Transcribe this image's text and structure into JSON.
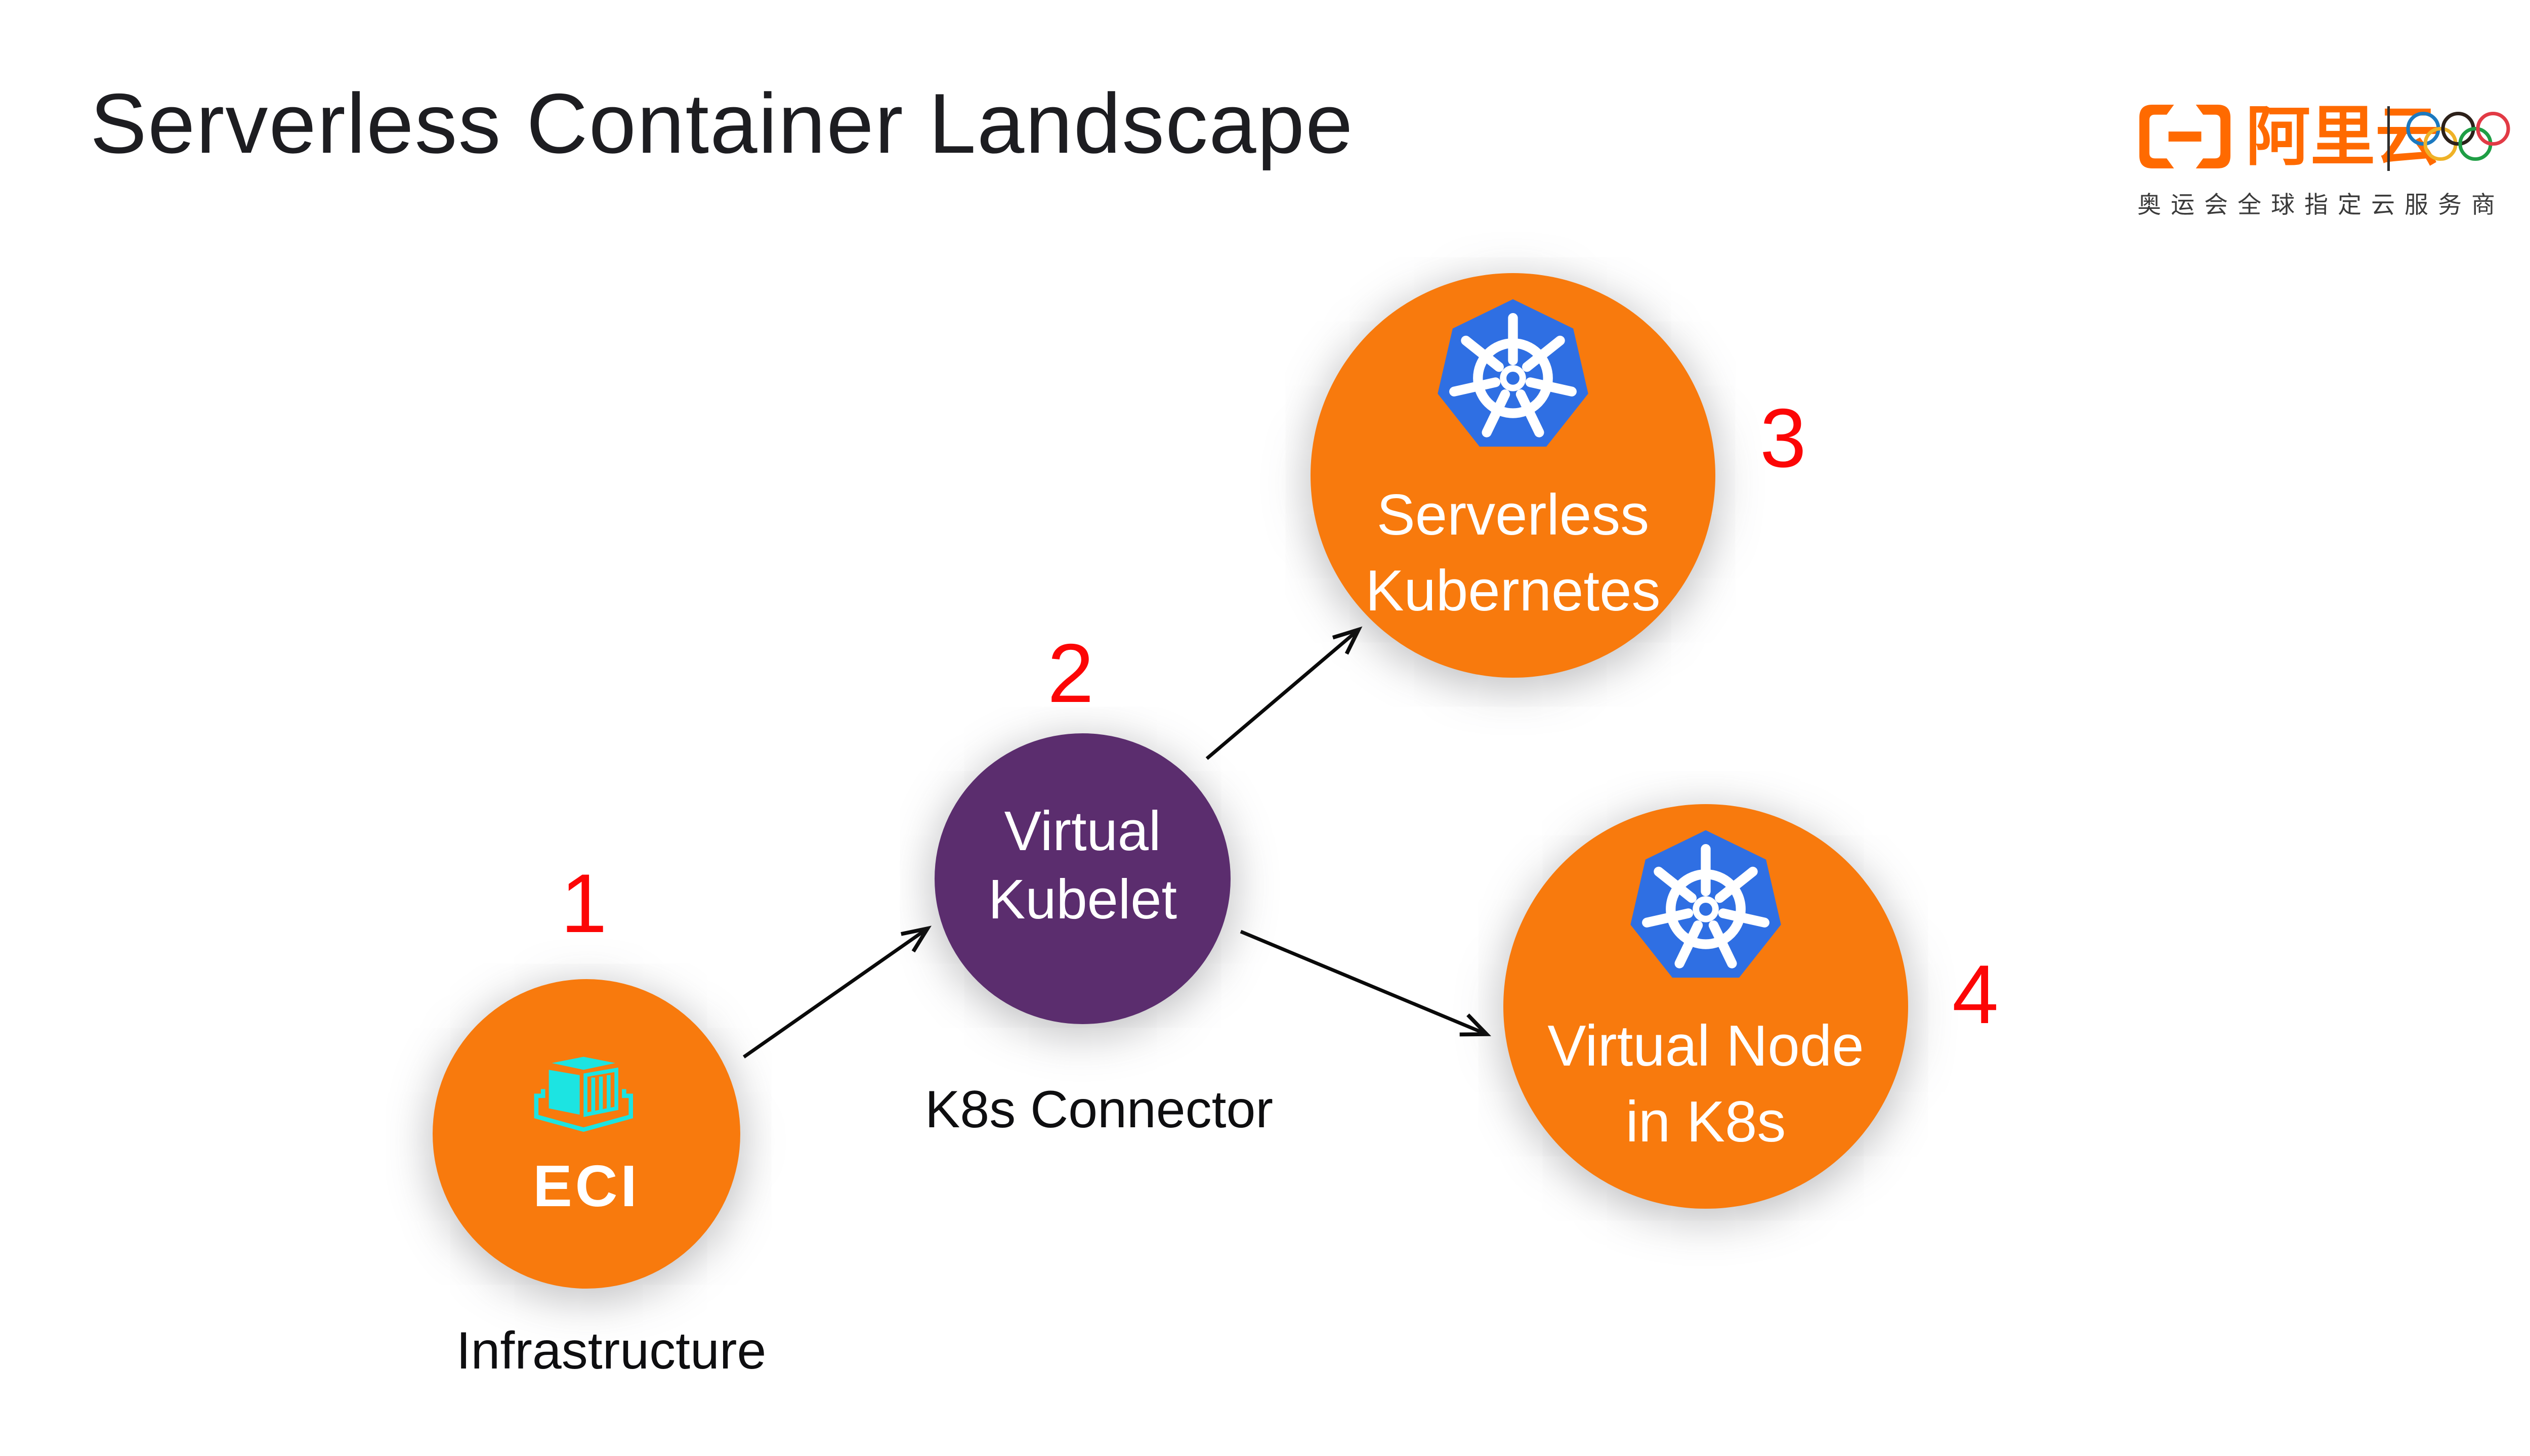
{
  "slide": {
    "title": "Serverless Container Landscape"
  },
  "brand": {
    "text": "阿里云",
    "tagline": "奥运会全球指定云服务商"
  },
  "nodes": {
    "eci": {
      "number": "1",
      "label": "ECI",
      "caption": "Infrastructure"
    },
    "virtual_kubelet": {
      "number": "2",
      "line1": "Virtual",
      "line2": "Kubelet",
      "caption": "K8s Connector"
    },
    "serverless_kubernetes": {
      "number": "3",
      "line1": "Serverless",
      "line2": "Kubernetes"
    },
    "virtual_node": {
      "number": "4",
      "line1": "Virtual Node",
      "line2": "in K8s"
    }
  },
  "icons": {
    "eci": "container-icon",
    "serverless_kubernetes": "kubernetes-icon",
    "virtual_node": "kubernetes-icon",
    "brand": "alibaba-cloud-bracket-icon",
    "rings": "olympic-rings-icon"
  },
  "colors": {
    "circle_orange": "#F87A0D",
    "purple": "#5B2D6E",
    "kubernetes_blue": "#2F6FE3",
    "container_cyan": "#1CE4E2",
    "number_red": "#FC0606",
    "brand_orange": "#FF6A00",
    "title_text": "#1D1D21",
    "label_text": "#0E0E10",
    "tagline_text": "#3B3B3B",
    "divider_gray": "#2F2F2F",
    "arrow_black": "#0A0A0A",
    "circle_text": "#FFFFFF",
    "ring_blue": "#1B79C0",
    "ring_black": "#2D211A",
    "ring_red": "#E23A45",
    "ring_yellow": "#EFB227",
    "ring_green": "#1F9E45"
  }
}
